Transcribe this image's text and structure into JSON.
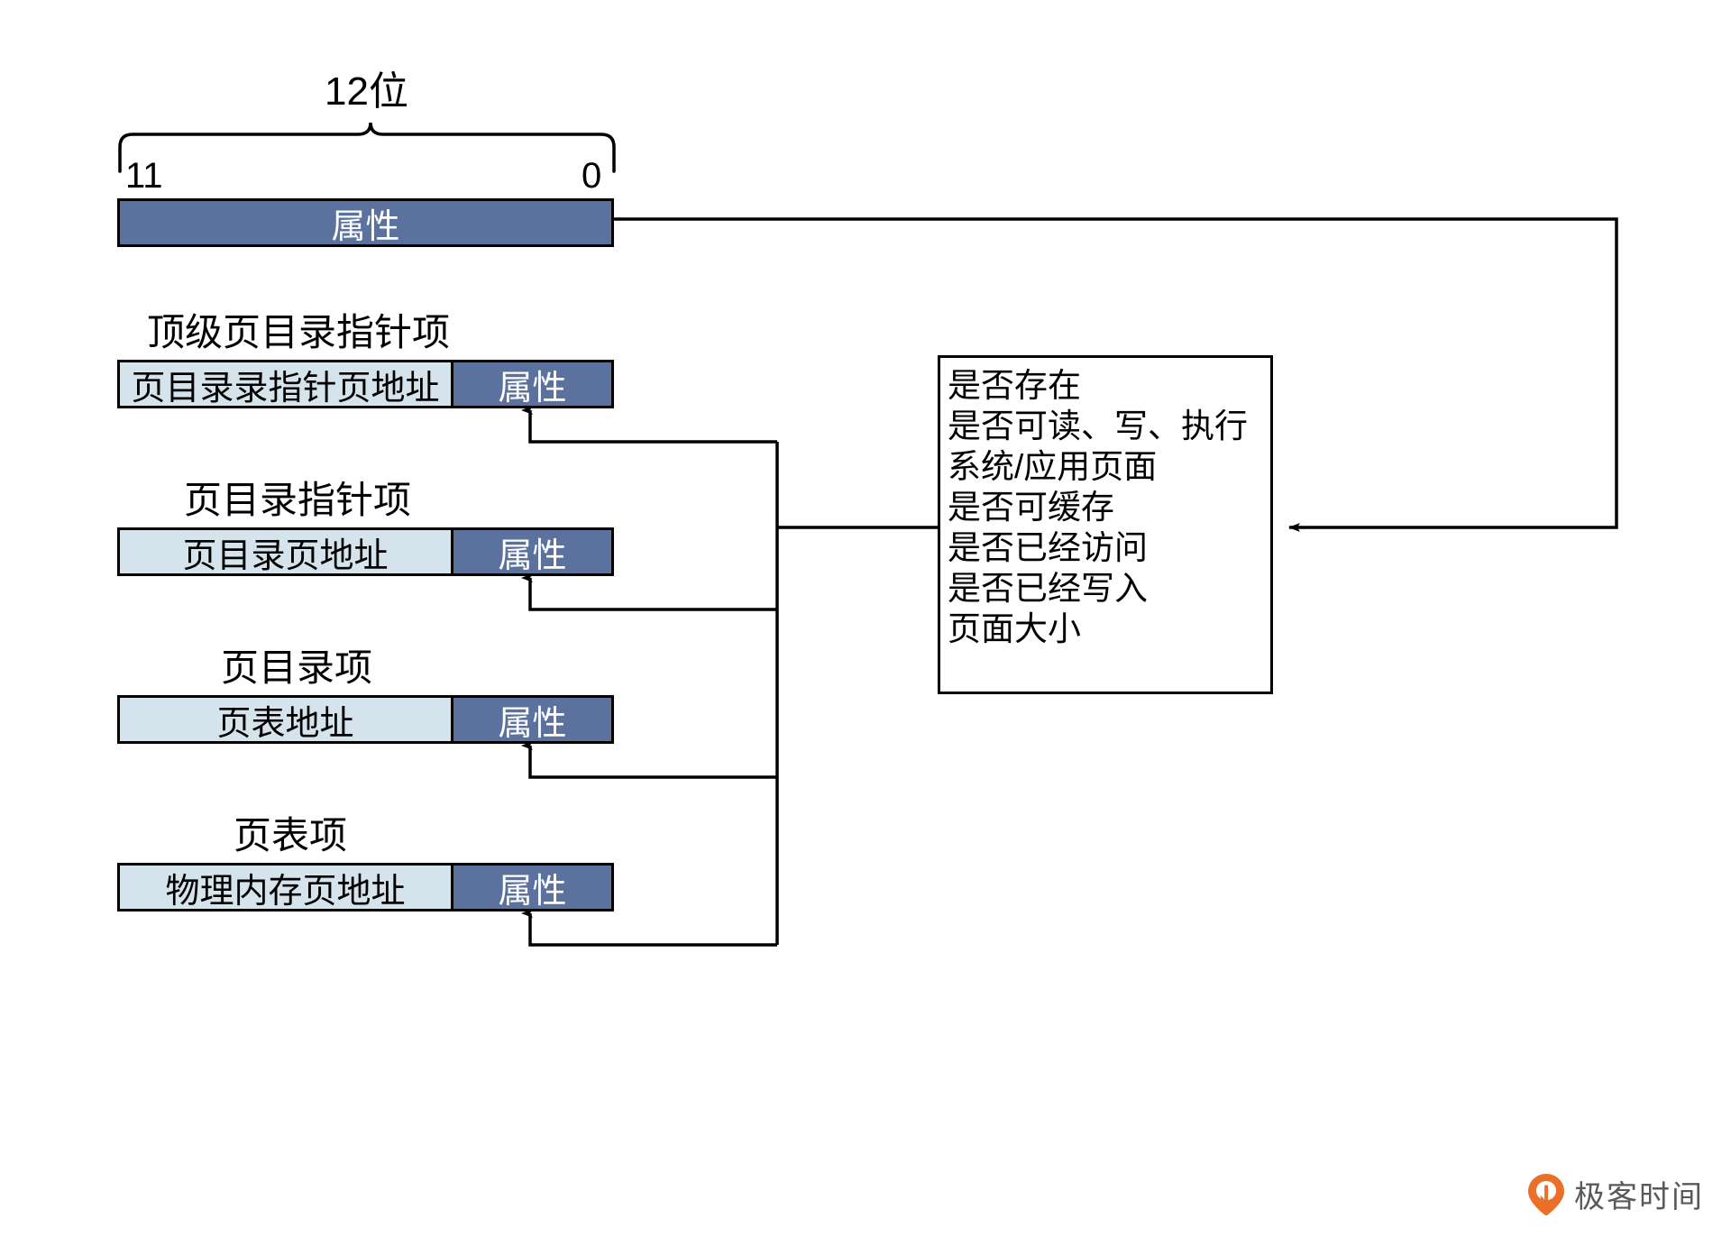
{
  "diagram": {
    "title_hidden": "",
    "colors": {
      "attr_fill": "#5b729f",
      "addr_fill": "#d4e3ec",
      "stroke": "#000000",
      "logo_orange": "#ea6f28",
      "logo_text": "#59595b"
    },
    "bit_range": {
      "width_label": "12位",
      "high_bit": "11",
      "low_bit": "0"
    },
    "attribute_bar": {
      "label": "属性"
    },
    "entries": [
      {
        "title": "顶级页目录指针项",
        "address_label": "页目录录指针页地址",
        "attr_label": "属性"
      },
      {
        "title": "页目录指针项",
        "address_label": "页目录页地址",
        "attr_label": "属性"
      },
      {
        "title": "页目录项",
        "address_label": "页表地址",
        "attr_label": "属性"
      },
      {
        "title": "页表项",
        "address_label": "物理内存页地址",
        "attr_label": "属性"
      }
    ],
    "attribute_details": {
      "lines": [
        "是否存在",
        "是否可读、写、执行",
        "系统/应用页面",
        "是否可缓存",
        "是否已经访问",
        "是否已经写入",
        "页面大小"
      ]
    },
    "watermark": {
      "brand": "极客时间",
      "icon": "location-pin-icon"
    }
  }
}
